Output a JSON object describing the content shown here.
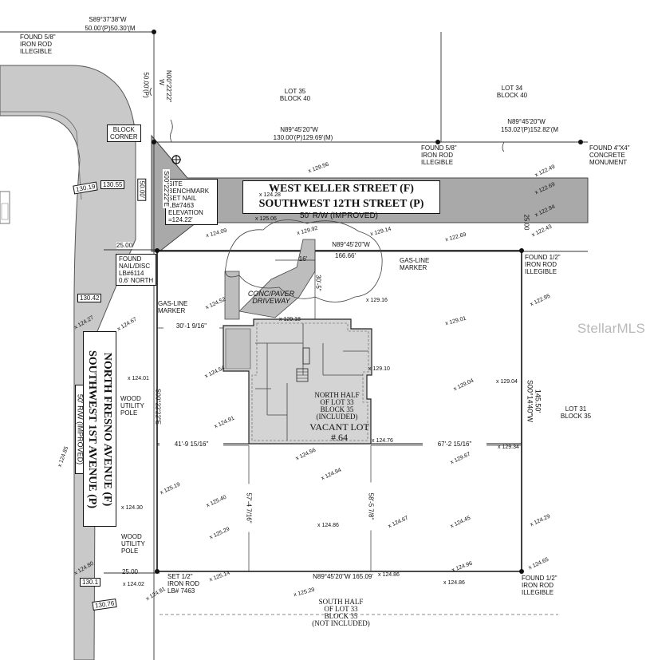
{
  "survey": {
    "watermark": "StellarMLS",
    "top_bearing": "S89°37'38\"W",
    "top_distance": "50.00'(P)50.30'(M",
    "nw_rod": "FOUND 5/8\"\nIRON ROD\nILLEGIBLE",
    "west_top_bearing": "N00°22'22\"\nW",
    "west_top_distance": "50.00'(P)",
    "lot35": "LOT  35\nBLOCK 40",
    "lot34": "LOT  34\nBLOCK 40",
    "north_bearing_1": "N89°45'20\"W",
    "north_distance_1": "130.00'(P)129.69'(M)",
    "north_bearing_2": "N89°45'20\"W",
    "north_distance_2": "153.02'(P)152.82'(M",
    "block_corner": "BLOCK\nCORNER",
    "found_rod_mid": "FOUND 5/8\"\nIRON ROD\nILLEGIBLE",
    "found_monument": "FOUND 4\"X4\"\nCONCRETE\nMONUMENT",
    "benchmark": "SITE\nBENCHMARK\nSET NAIL\nLB#7463\nELEVATION\n=124.22'",
    "street_north_1": "WEST KELLER STREET (F)",
    "street_north_2": "SOUTHWEST 12TH STREET (P)",
    "row_north": "50' R/W     (IMPROVED)",
    "row_25_top": "25.00",
    "row_25_right": "25.00",
    "found_nail": "FOUND\nNAIL/DISC\nLB#6114\n0.6' NORTH",
    "north_line_bearing": "N89°45'20\"W",
    "north_line_distance": "166.66'",
    "dim_16": "16'",
    "dim_30_5": "30'-5\"",
    "gas_marker_right": "GAS-LINE\nMARKER",
    "gas_marker_left": "GAS-LINE\nMARKER",
    "found_half_ne": "FOUND 1/2\"\nIRON ROD\nILLEGIBLE",
    "driveway": "CONC/PAVER\nDRIVEWAY",
    "dim_30_1": "30'-1 9/16\"",
    "street_west_1": "NORTH FRESNO AVENUE (F)",
    "street_west_2": "SOUTHWEST 1ST AVENUE (P)",
    "row_west": "50' R/W  (IMPROVED)",
    "wood_pole_1": "WOOD\nUTILITY\nPOLE",
    "wood_pole_2": "WOOD\nUTILITY\nPOLE",
    "west_line_bearing": "S00°22'22\"E",
    "east_line_bearing": "S00°14'40\"W",
    "east_line_distance": "145.50'",
    "lot31": "LOT  31\nBLOCK 35",
    "north_half": "NORTH HALF\nOF LOT  33\nBLOCK 35\n(INCLUDED)",
    "vacant_lot": "VACANT LOT\n#.64",
    "dim_41_9": "41'-9 15/16\"",
    "dim_67_2": "67'-2 15/16\"",
    "dim_57_4": "57'-4 7/16\"",
    "dim_58_5": "58'-5 7/8\"",
    "wood_pole_label_2": "WOOD\nUTILITY\nPOLE",
    "row_25_bottom": "25.00",
    "set_rod": "SET 1/2\"\nIRON ROD\nLB# 7463",
    "south_line": "N89°45'20\"W  165.09'",
    "found_half_se": "FOUND 1/2\"\nIRON ROD\nILLEGIBLE",
    "south_half": "SOUTH HALF\nOF LOT  33\nBLOCK 35\n(NOT INCLUDED)",
    "side_130_19": "130.19",
    "side_130_55": "130.55",
    "side_50_00_v": "50.00'",
    "side_s00": "S00°22'22\"E",
    "side_130_42": "130.42",
    "side_130_1": "130.1",
    "side_130_76": "130.76",
    "elevations": [
      "x 129.56",
      "x 124.28",
      "x 125.06",
      "x 129.14",
      "x 122.69",
      "x 122.49",
      "x 122.69",
      "x 122.94",
      "x 124.09",
      "x 129.92",
      "x 122.43",
      "x 124.52",
      "x 129.16",
      "x 129.18",
      "x 122.95",
      "x 124.67",
      "x 129.01",
      "x 124.54",
      "x 129.10",
      "x 129.04",
      "x 129.04",
      "x 124.01",
      "x 124.91",
      "x 124.76",
      "x 124.85",
      "x 124.56",
      "x 129.67",
      "x 129.34",
      "x 125.19",
      "x 125.40",
      "x 124.94",
      "x 124.30",
      "x 125.29",
      "x 124.86",
      "x 124.67",
      "x 124.45",
      "x 124.29",
      "x 124.65",
      "x 125.14",
      "x 124.86",
      "x 124.86",
      "x 124.96",
      "x 125.29",
      "x 124.02",
      "x 124.81",
      "x 124.80",
      "x 124.27"
    ]
  }
}
